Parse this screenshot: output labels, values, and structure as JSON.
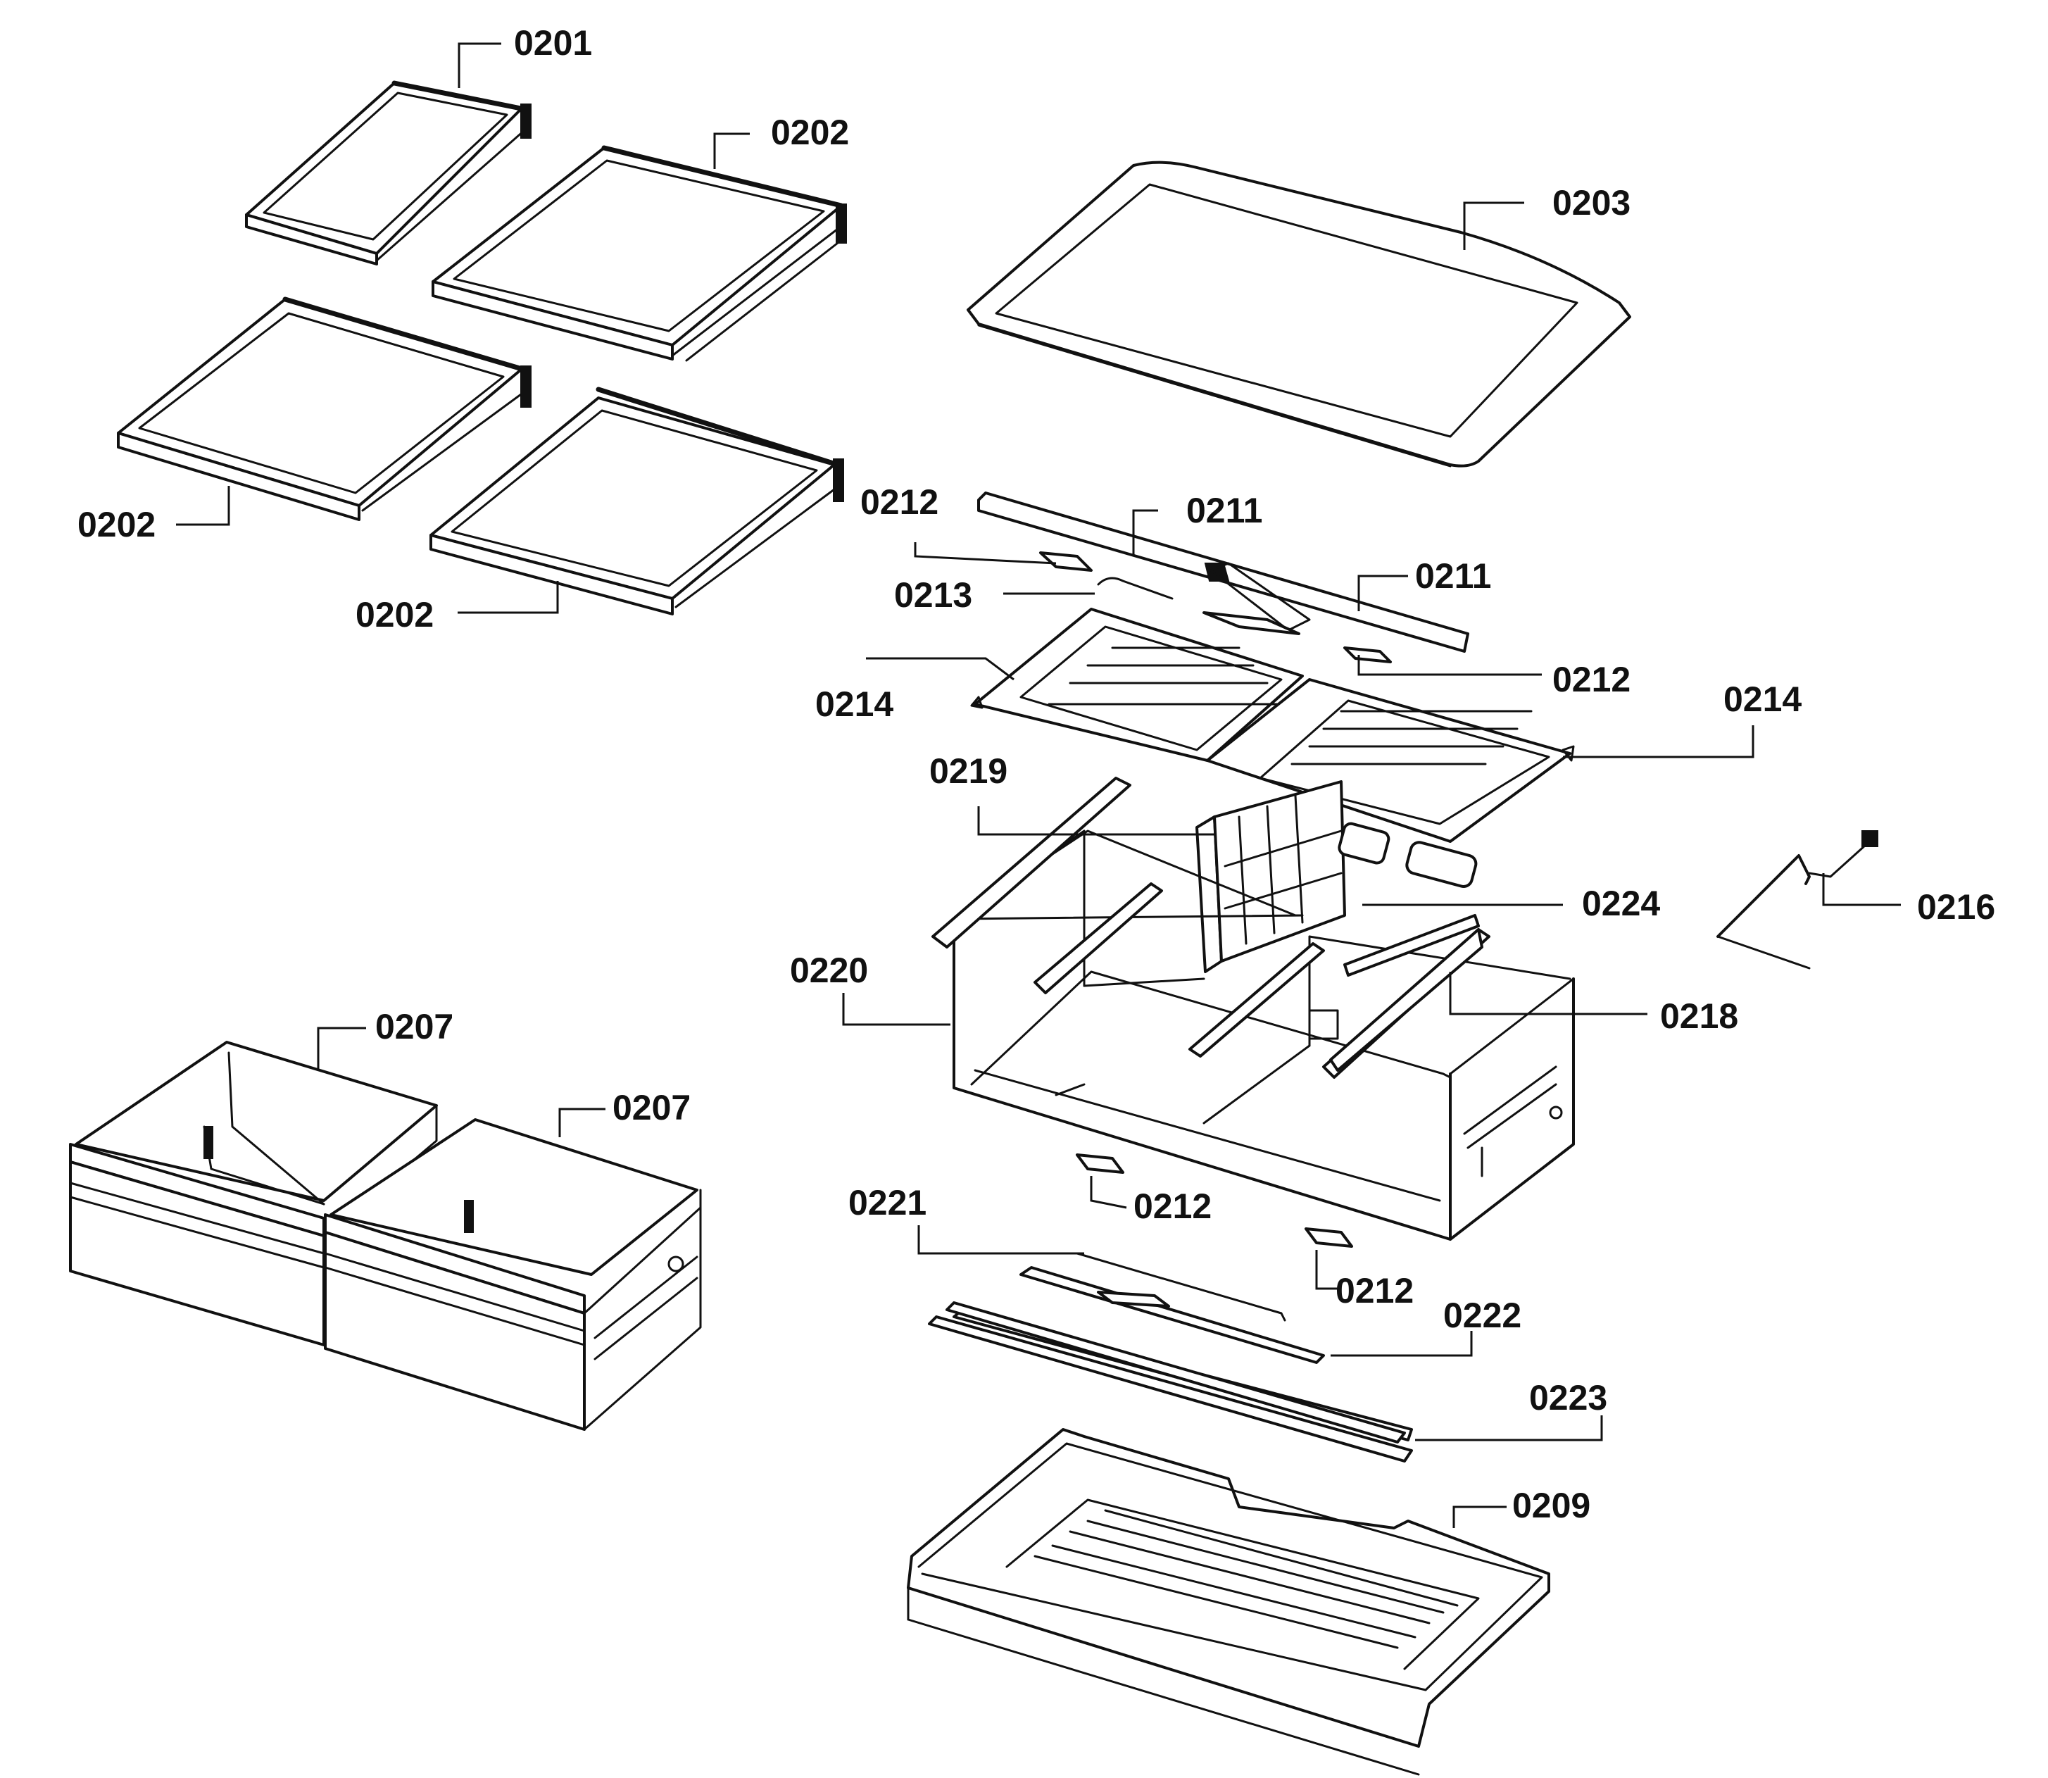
{
  "callouts": {
    "c0201": "0201",
    "c0202a": "0202",
    "c0202b": "0202",
    "c0202c": "0202",
    "c0203": "0203",
    "c0207a": "0207",
    "c0207b": "0207",
    "c0209": "0209",
    "c0211a": "0211",
    "c0211b": "0211",
    "c0212a": "0212",
    "c0212b": "0212",
    "c0212c": "0212",
    "c0212d": "0212",
    "c0213": "0213",
    "c0214a": "0214",
    "c0214b": "0214",
    "c0216": "0216",
    "c0218": "0218",
    "c0219": "0219",
    "c0220": "0220",
    "c0221": "0221",
    "c0222": "0222",
    "c0223": "0223",
    "c0224": "0224"
  }
}
